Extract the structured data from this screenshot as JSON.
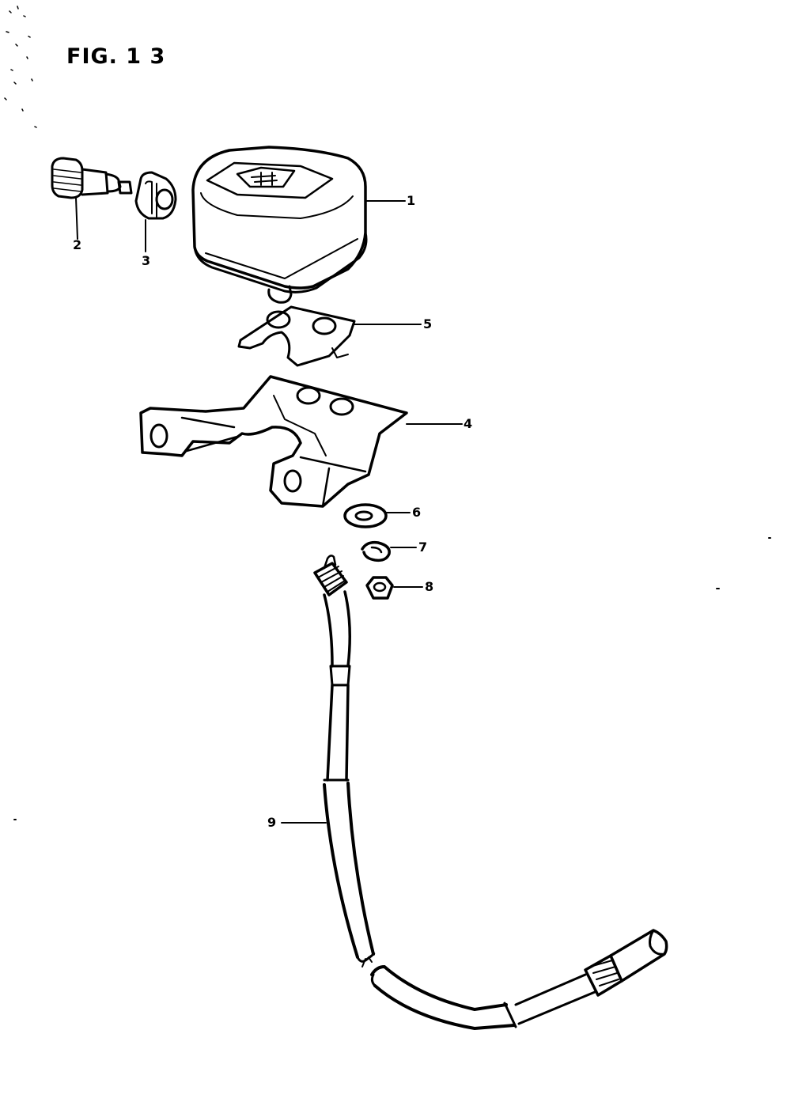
{
  "figure": {
    "title": "FIG. 1 3"
  },
  "callouts": [
    {
      "id": "1",
      "label": "1",
      "part": "regulator-cover"
    },
    {
      "id": "2",
      "label": "2",
      "part": "switch"
    },
    {
      "id": "3",
      "label": "3",
      "part": "grommet"
    },
    {
      "id": "4",
      "label": "4",
      "part": "bracket"
    },
    {
      "id": "5",
      "label": "5",
      "part": "plate"
    },
    {
      "id": "6",
      "label": "6",
      "part": "washer"
    },
    {
      "id": "7",
      "label": "7",
      "part": "lock-washer"
    },
    {
      "id": "8",
      "label": "8",
      "part": "nut"
    },
    {
      "id": "9",
      "label": "9",
      "part": "cable"
    }
  ],
  "colors": {
    "ink": "#000000",
    "paper": "#ffffff"
  }
}
